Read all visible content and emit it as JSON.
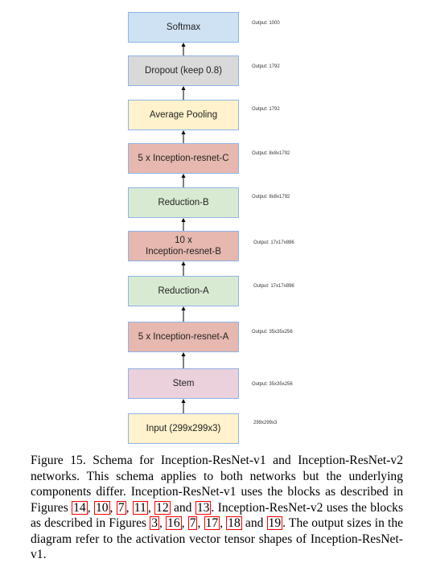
{
  "diagram": {
    "blocks": [
      {
        "id": "softmax",
        "label": "Softmax",
        "output": "Output: 1000",
        "fill": "#cfe2f3"
      },
      {
        "id": "dropout",
        "label": "Dropout (keep 0.8)",
        "output": "Output: 1792",
        "fill": "#d9d9d9"
      },
      {
        "id": "avgpool",
        "label": "Average Pooling",
        "output": "Output: 1792",
        "fill": "#fff2cc"
      },
      {
        "id": "inception-c",
        "label": "5 x Inception-resnet-C",
        "output": "Output: 8x8x1792",
        "fill": "#e6b8af"
      },
      {
        "id": "reduction-b",
        "label": "Reduction-B",
        "output": "Output: 8x8x1792",
        "fill": "#d9ead3"
      },
      {
        "id": "inception-b",
        "label": "10 x\nInception-resnet-B",
        "output": "Output: 17x17x896",
        "fill": "#e6b8af"
      },
      {
        "id": "reduction-a",
        "label": "Reduction-A",
        "output": "Output: 17x17x896",
        "fill": "#d9ead3"
      },
      {
        "id": "inception-a",
        "label": "5 x Inception-resnet-A",
        "output": "Output: 35x35x256",
        "fill": "#e6b8af"
      },
      {
        "id": "stem",
        "label": "Stem",
        "output": "Output: 35x35x256",
        "fill": "#ead1dc"
      },
      {
        "id": "input",
        "label": "Input (299x299x3)",
        "output": "299x299x3",
        "fill": "#fff2cc"
      }
    ]
  },
  "caption": {
    "lead": "Figure 15. Schema for Inception-ResNet-v1 and Inception-ResNet-v2 networks. This schema applies to both networks but the underlying components differ. Inception-ResNet-v1 uses the blocks as described in Figures ",
    "v1_refs": [
      "14",
      "10",
      "7",
      "11",
      "12",
      "13"
    ],
    "mid": " Inception-ResNet-v2 uses the blocks as described in Figures ",
    "v2_refs": [
      "3",
      "16",
      "7",
      "17",
      "18",
      "19"
    ],
    "tail": " The output sizes in the diagram refer to the activation vector tensor shapes of Inception-ResNet-v1."
  }
}
